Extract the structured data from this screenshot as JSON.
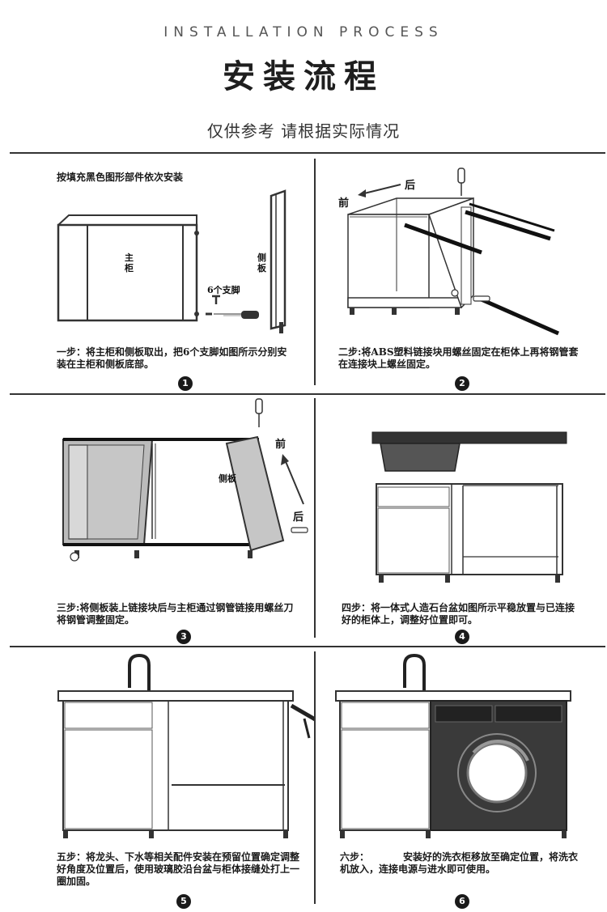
{
  "header": {
    "subtitle_en": "INSTALLATION PROCESS",
    "title_zh": "安装流程",
    "note_zh": "仅供参考 请根据实际情况"
  },
  "steps": [
    {
      "number": "1",
      "intro": "按填充黑色图形部件依次安装",
      "caption": "一步：将主柜和侧板取出，把6个支脚如图所示分别安装在主柜和侧板底部。",
      "labels": {
        "main": "主柜",
        "side": "侧板",
        "feet": "6个支脚"
      }
    },
    {
      "number": "2",
      "caption": "二步:将ABS塑料链接块用螺丝固定在柜体上再将钢管套在连接块上螺丝固定。",
      "labels": {
        "front": "前",
        "back": "后"
      }
    },
    {
      "number": "3",
      "caption": "三步:将侧板装上链接块后与主柜通过钢管链接用螺丝刀将钢管调整固定。",
      "labels": {
        "side": "侧板",
        "front": "前",
        "back": "后"
      }
    },
    {
      "number": "4",
      "caption": "四步：将一体式人造石台盆如图所示平稳放置与已连接好的柜体上，调整好位置即可。"
    },
    {
      "number": "5",
      "caption": "五步：将龙头、下水等相关配件安装在预留位置确定调整好角度及位置后，使用玻璃胶沿台盆与柜体接缝处打上一圈加固。"
    },
    {
      "number": "6",
      "caption": "六步：　　　　安装好的洗衣柜移放至确定位置，将洗衣机放入，连接电源与进水即可使用。"
    }
  ]
}
